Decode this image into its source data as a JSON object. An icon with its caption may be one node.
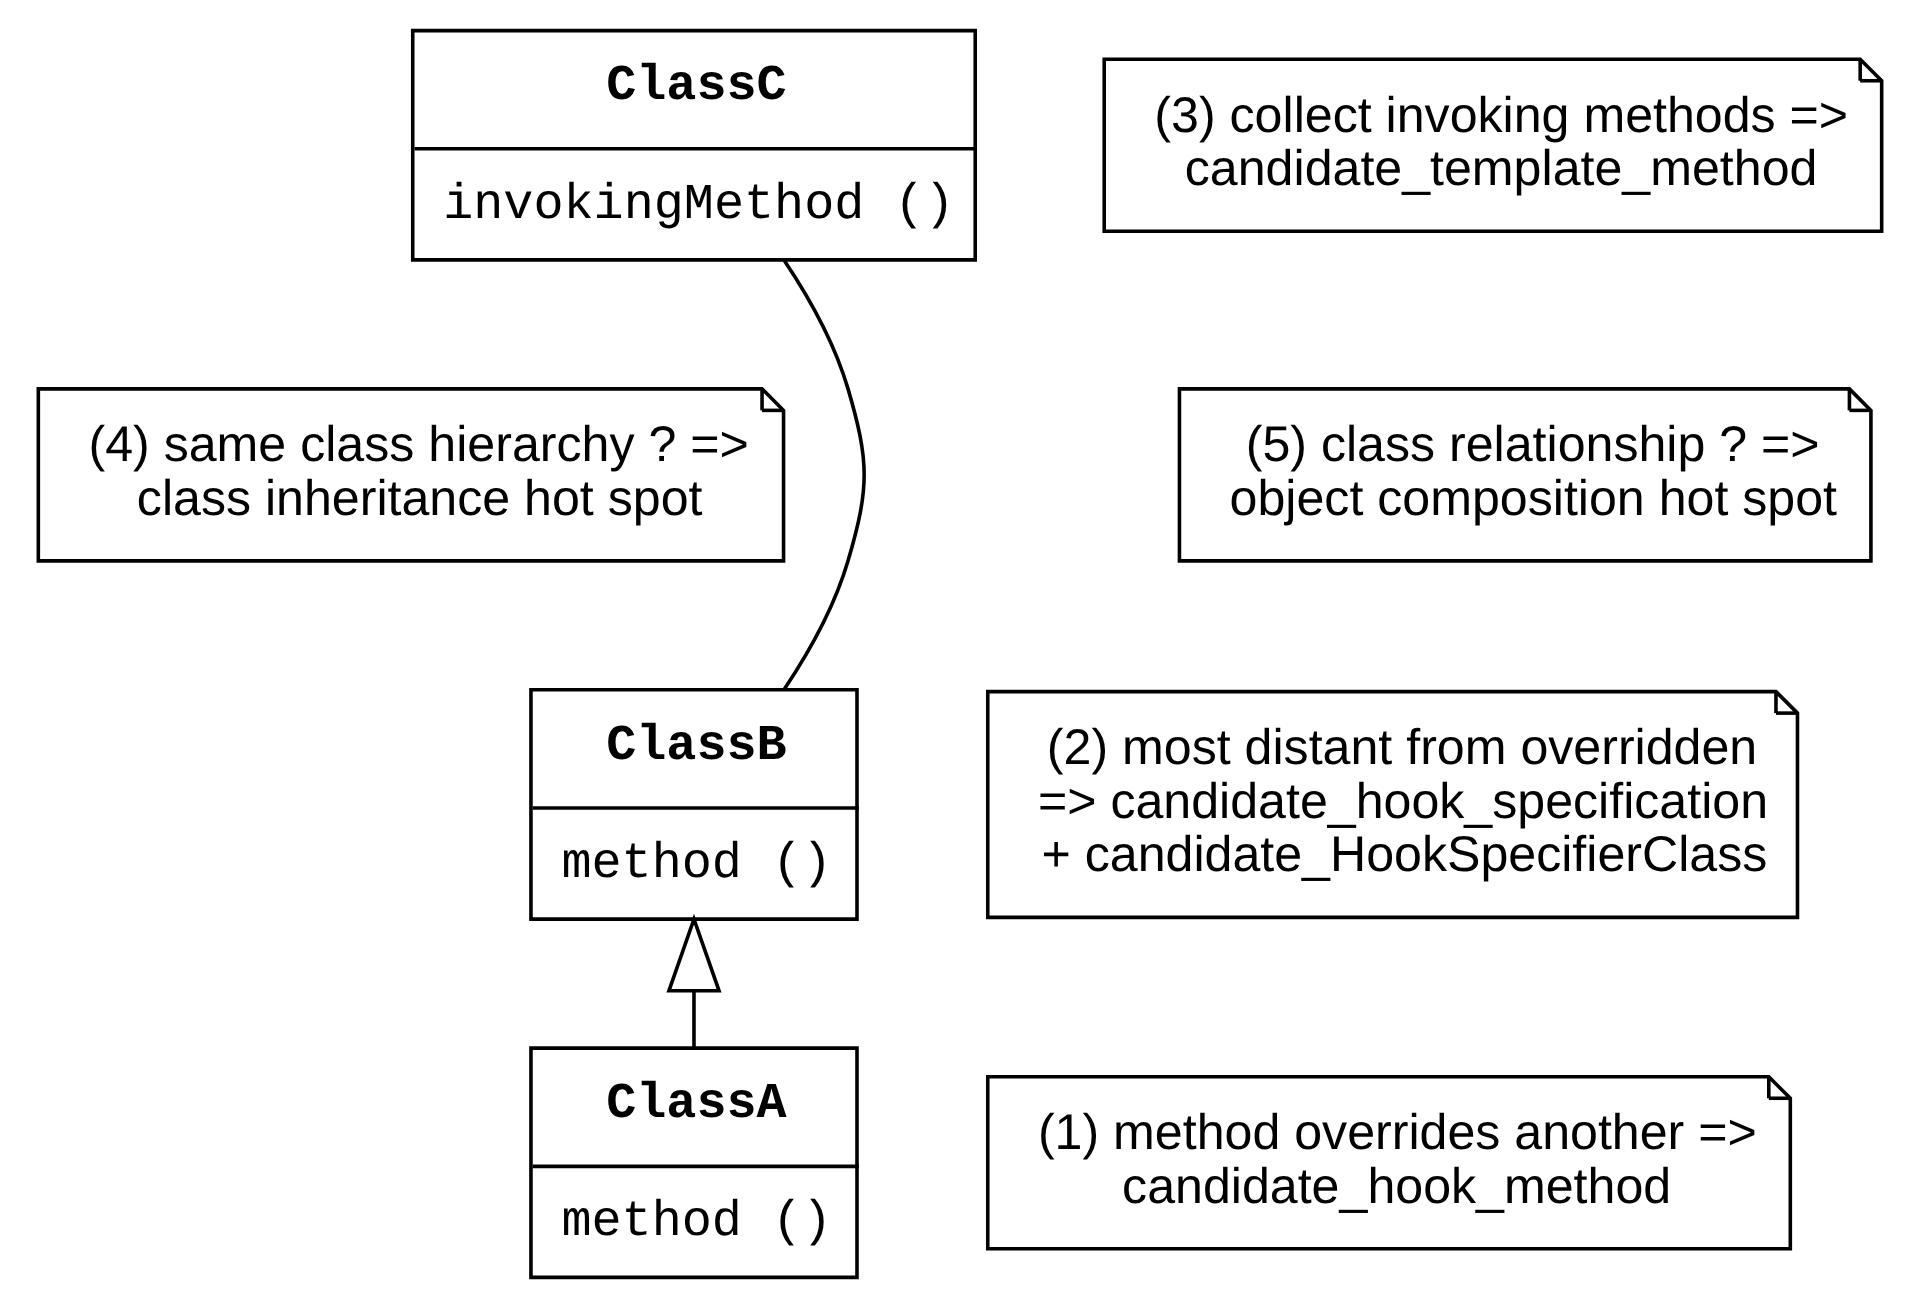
{
  "diagram": {
    "nodes": [
      {
        "text": [
          "ClassC",
          "invokingMethod ()"
        ]
      },
      {
        "text": [
          "(3) collect invoking methods => candidate_template_method"
        ]
      },
      {
        "text": [
          "(4) same class hierarchy ? => class inheritance hot spot"
        ]
      },
      {
        "text": [
          "(5) class relationship ? => object composition hot spot"
        ]
      },
      {
        "text": [
          "ClassB",
          "method ()"
        ]
      },
      {
        "text": [
          "(2) most distant from overridden => candidate_hook_specification + candidate_HookSpecifierClass"
        ]
      },
      {
        "text": [
          "ClassA",
          "method ()"
        ]
      },
      {
        "text": [
          "(1) method overrides another => candidate_hook_method"
        ]
      }
    ],
    "edges": [
      {
        "from": 0,
        "to": 4,
        "arrow": "none"
      },
      {
        "from": 6,
        "to": 4,
        "arrow": "to"
      }
    ]
  }
}
